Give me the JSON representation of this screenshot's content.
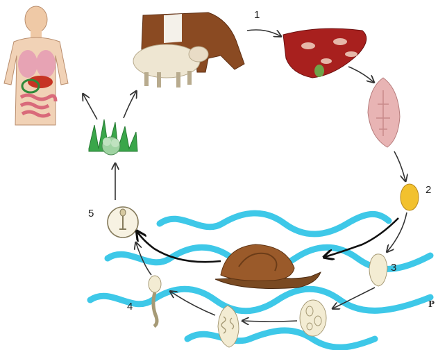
{
  "diagram": {
    "stage_labels": [
      "1",
      "2",
      "3",
      "4",
      "5"
    ],
    "corner_mark": "P",
    "nodes": [
      {
        "id": "human",
        "icon": "human-anatomy-icon"
      },
      {
        "id": "livestock",
        "icon": "cow-and-sheep-icon"
      },
      {
        "id": "liver",
        "icon": "liver-icon"
      },
      {
        "id": "adult-fluke",
        "icon": "adult-liver-fluke-icon"
      },
      {
        "id": "egg",
        "icon": "egg-icon"
      },
      {
        "id": "miracidium",
        "icon": "miracidium-icon"
      },
      {
        "id": "snail",
        "icon": "snail-icon"
      },
      {
        "id": "sporocyst",
        "icon": "sporocyst-icon"
      },
      {
        "id": "redia",
        "icon": "redia-icon"
      },
      {
        "id": "cercaria",
        "icon": "cercaria-icon"
      },
      {
        "id": "metacercaria",
        "icon": "metacercaria-cyst-icon"
      },
      {
        "id": "grass",
        "icon": "grass-plant-icon"
      }
    ],
    "colors": {
      "water": "#3ec8e8",
      "liver": "#a8201e",
      "fluke": "#e8b4b4",
      "egg": "#f2c12e",
      "snail": "#9a5a2a",
      "grass": "#3aa64a",
      "arrow": "#333333",
      "thick_arrow": "#111111"
    }
  }
}
